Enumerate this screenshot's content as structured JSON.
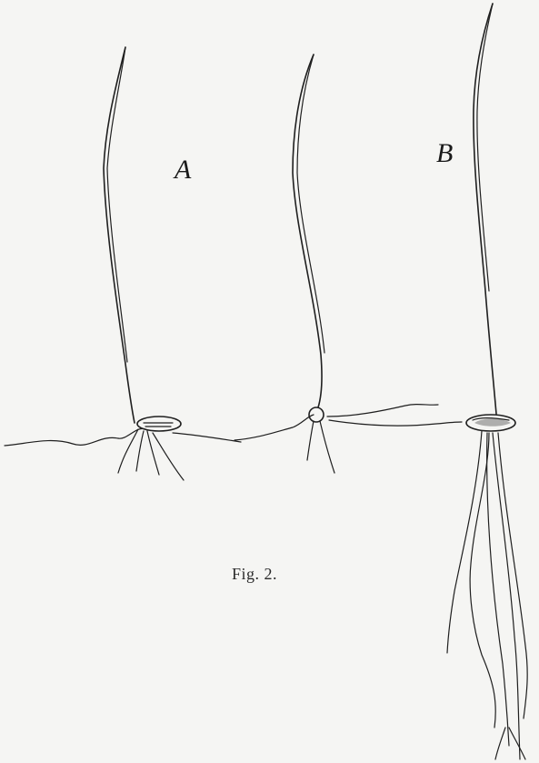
{
  "figure": {
    "label_a": "A",
    "label_b": "B",
    "caption": "Fig. 2."
  }
}
